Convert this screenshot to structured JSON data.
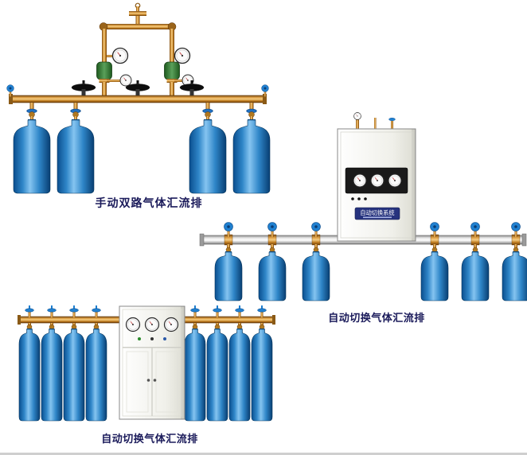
{
  "page": {
    "background": "#ffffff"
  },
  "products": [
    {
      "id": "manual-dual-manifold",
      "caption": "手动双路气体汇流排"
    },
    {
      "id": "auto-switch-manifold-wall",
      "caption": "自动切换气体汇流排",
      "cabinet_label": "自动切换系统"
    },
    {
      "id": "auto-switch-manifold-floor",
      "caption": "自动切换气体汇流排"
    }
  ],
  "colors": {
    "cylinder_blue": "#2f86c8",
    "brass": "#c8882a",
    "silver_pipe": "#cfcfcf",
    "regulator_green": "#5aa05a",
    "cap_blue": "#2080d0",
    "caption_text": "#1a1a5a",
    "cabinet_plate": "#26337e"
  }
}
